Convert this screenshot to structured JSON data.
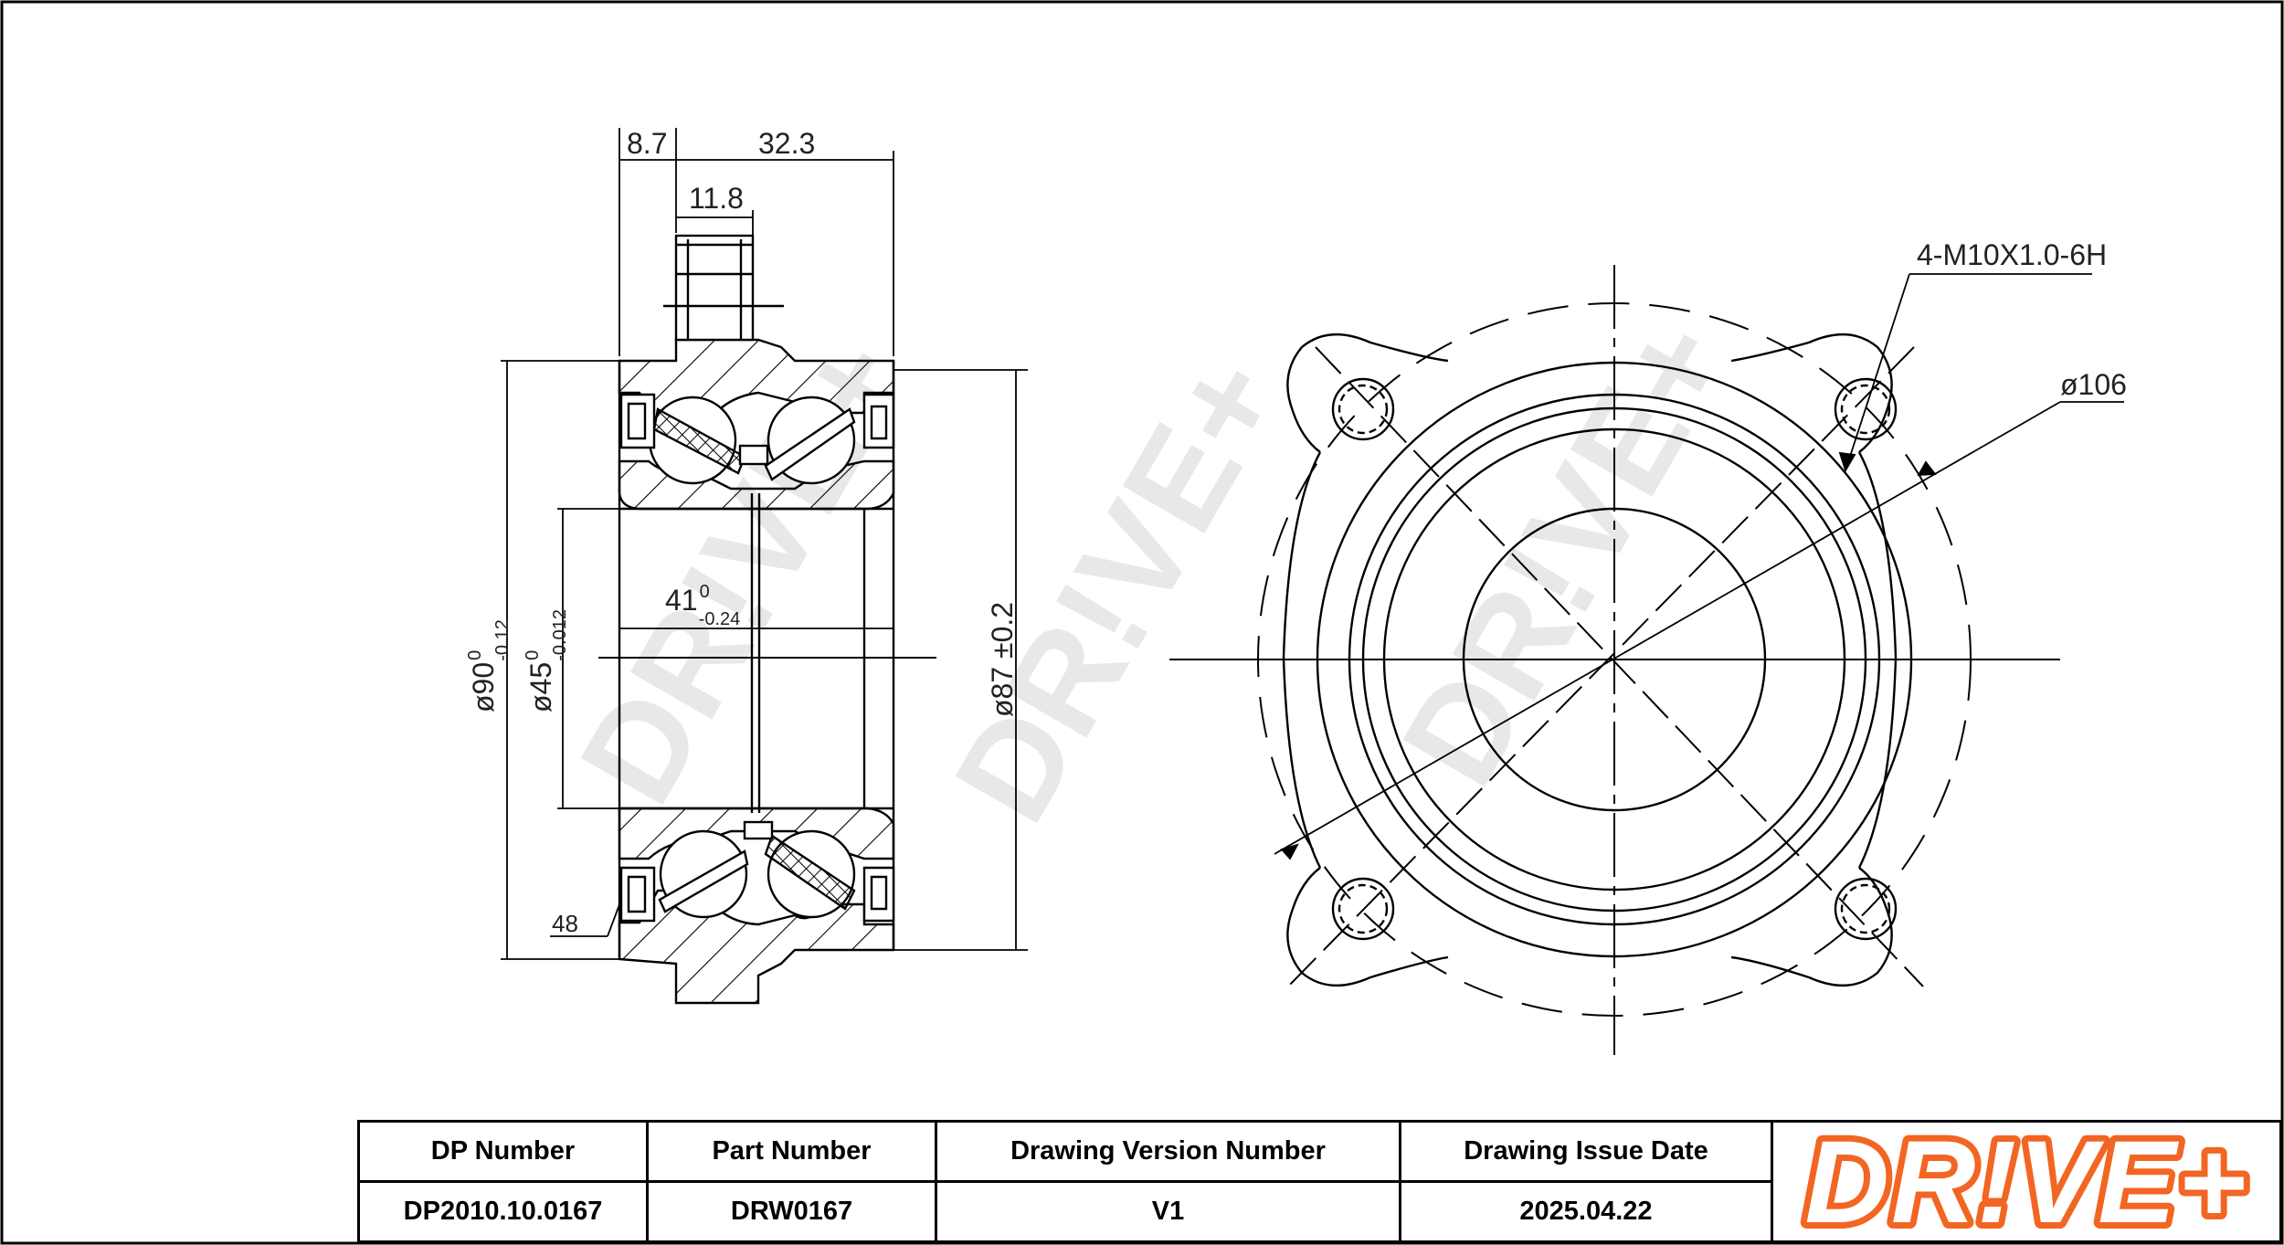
{
  "drawing": {
    "dimensions": {
      "d_8_7": "8.7",
      "d_32_3": "32.3",
      "d_11_8": "11.8",
      "thread": "4-M10X1.0-6H",
      "pcd": "106",
      "width_41": "41",
      "width_41_tol_upper": "0",
      "width_41_tol_lower": "-0.24",
      "outer_90": "90",
      "outer_90_tol_upper": "0",
      "outer_90_tol_lower": "-0.12",
      "inner_45": "45",
      "inner_45_tol_upper": "0",
      "inner_45_tol_lower": "-0.012",
      "flange_87": "87 ±0.2",
      "d_48": "48",
      "diameter_symbol": "ø"
    },
    "watermark": "DR!VE+"
  },
  "title_block": {
    "headers": [
      "DP Number",
      "Part Number",
      "Drawing Version Number",
      "Drawing Issue Date"
    ],
    "values": [
      "DP2010.10.0167",
      "DRW0167",
      "V1",
      "2025.04.22"
    ]
  },
  "logo": {
    "text": "DR!VE+",
    "color": "#f26522"
  },
  "colors": {
    "line": "#000000",
    "watermark": "#e6e6e6",
    "brand": "#f26522"
  }
}
